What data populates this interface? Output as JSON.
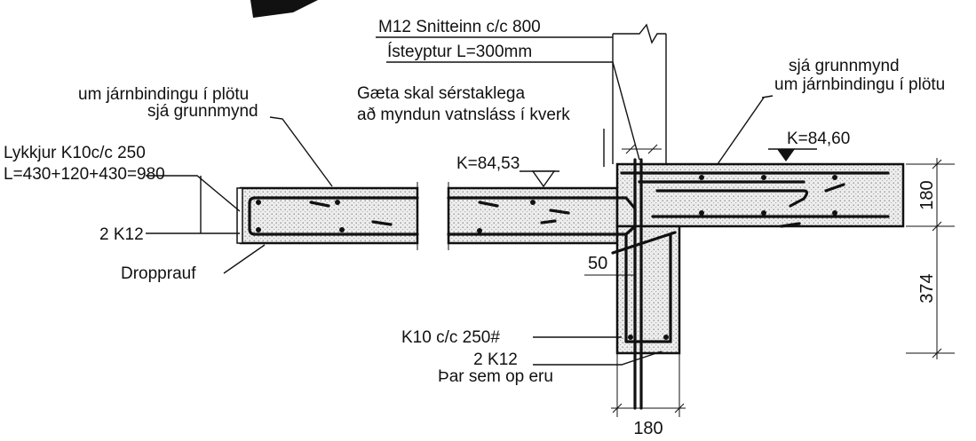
{
  "labels": {
    "grunnmynd_left_1": "um járnbindingu í plötu",
    "grunnmynd_left_2": "sjá grunnmynd",
    "lykkjur_1": "Lykkjur K10c/c 250",
    "lykkjur_2": "L=430+120+430=980",
    "two_k12_left": "2 K12",
    "dropprauf": "Dropprauf",
    "snitteinn_1": "M12 Snitteinn c/c 800",
    "snitteinn_2": "Ísteyptur L=300mm",
    "gaeta_1": "Gæta skal sérstaklega",
    "gaeta_2": "að myndun vatnsláss í kverk",
    "grunnmynd_right_1": "sjá grunnmynd",
    "grunnmynd_right_2": "um járnbindingu í plötu",
    "level_left": "K=84,53",
    "level_right": "K=84,60",
    "stirrups": "K10 c/c 250#",
    "two_k12_bottom": "2 K12",
    "par_sem_op": "Þar sem op eru"
  },
  "dimensions": {
    "slab_thickness": "180",
    "beam_depth": "374",
    "beam_width": "180",
    "step": "50"
  }
}
